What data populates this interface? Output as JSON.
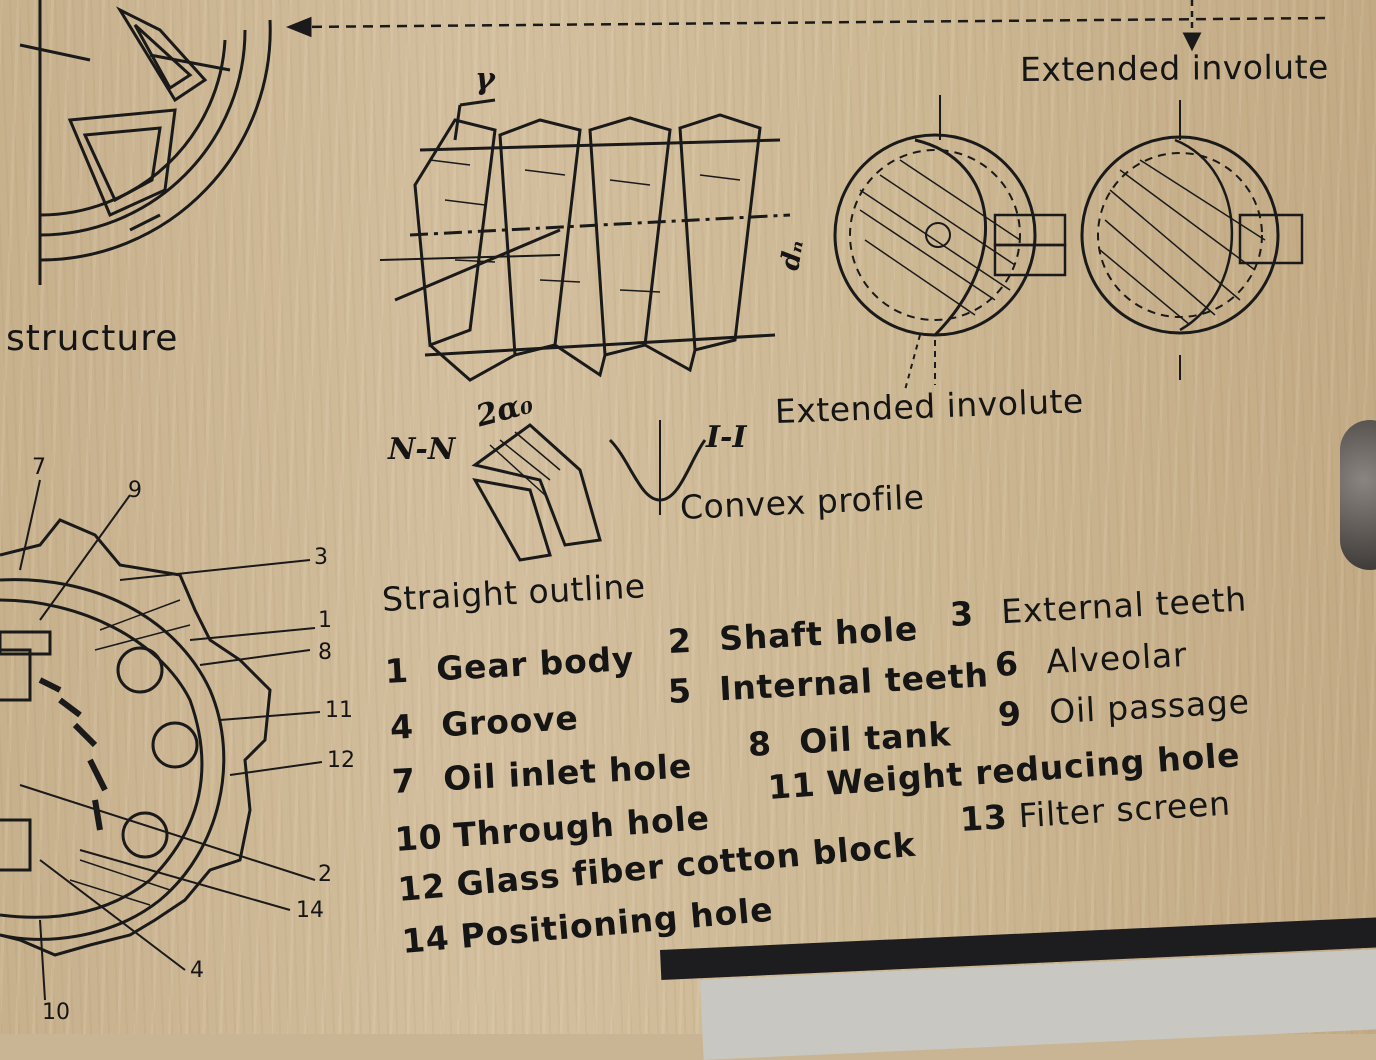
{
  "board": {
    "title_fragment": "structure",
    "captions": {
      "extended_involute_top": "Extended involute",
      "extended_involute_mid": "Extended involute",
      "convex_profile": "Convex profile",
      "straight_outline": "Straight outline",
      "section_nn": "N-N",
      "section_ii": "I-I",
      "angle": "2α₀",
      "gamma": "γ",
      "diameter": "dₙ"
    },
    "legend": [
      {
        "num": "1",
        "label": "Gear body"
      },
      {
        "num": "2",
        "label": "Shaft hole"
      },
      {
        "num": "3",
        "label": "External teeth"
      },
      {
        "num": "4",
        "label": "Groove"
      },
      {
        "num": "5",
        "label": "Internal teeth"
      },
      {
        "num": "6",
        "label": "Alveolar"
      },
      {
        "num": "7",
        "label": "Oil inlet hole"
      },
      {
        "num": "8",
        "label": "Oil tank"
      },
      {
        "num": "9",
        "label": "Oil passage"
      },
      {
        "num": "10",
        "label": "Through hole"
      },
      {
        "num": "11",
        "label": "Weight reducing hole"
      },
      {
        "num": "13",
        "label": "Filter screen"
      },
      {
        "num": "12",
        "label": "Glass fiber cotton block"
      },
      {
        "num": "14",
        "label": "Positioning hole"
      }
    ],
    "gear_callouts": [
      "7",
      "9",
      "3",
      "1",
      "8",
      "11",
      "12",
      "2",
      "14",
      "4",
      "10"
    ]
  }
}
